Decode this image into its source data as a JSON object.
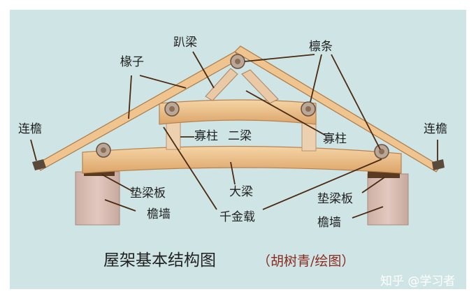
{
  "diagram": {
    "title": "屋架基本结构图",
    "credit": "（胡树青/绘图）",
    "labels": {
      "paliang": "趴梁",
      "linttiao": "檩条",
      "chuanzi": "椽子",
      "lianyan_left": "连檐",
      "lianyan_right": "连檐",
      "guazhu_left": "寡柱",
      "erliang": "二梁",
      "guazhu_right": "寡柱",
      "dianliangban_left": "垫梁板",
      "daliang": "大梁",
      "dianliangban_right": "垫梁板",
      "yanqiang_left": "檐墙",
      "qianjinzai": "千金载",
      "yanqiang_right": "檐墙"
    },
    "colors": {
      "background": "#cfe4e4",
      "timber": "#f0c48e",
      "timber_dark": "#c8935a",
      "wall": "#d7b8ad",
      "leader": "#4a2a10"
    }
  },
  "watermark": {
    "text": "知乎 @学习者"
  }
}
